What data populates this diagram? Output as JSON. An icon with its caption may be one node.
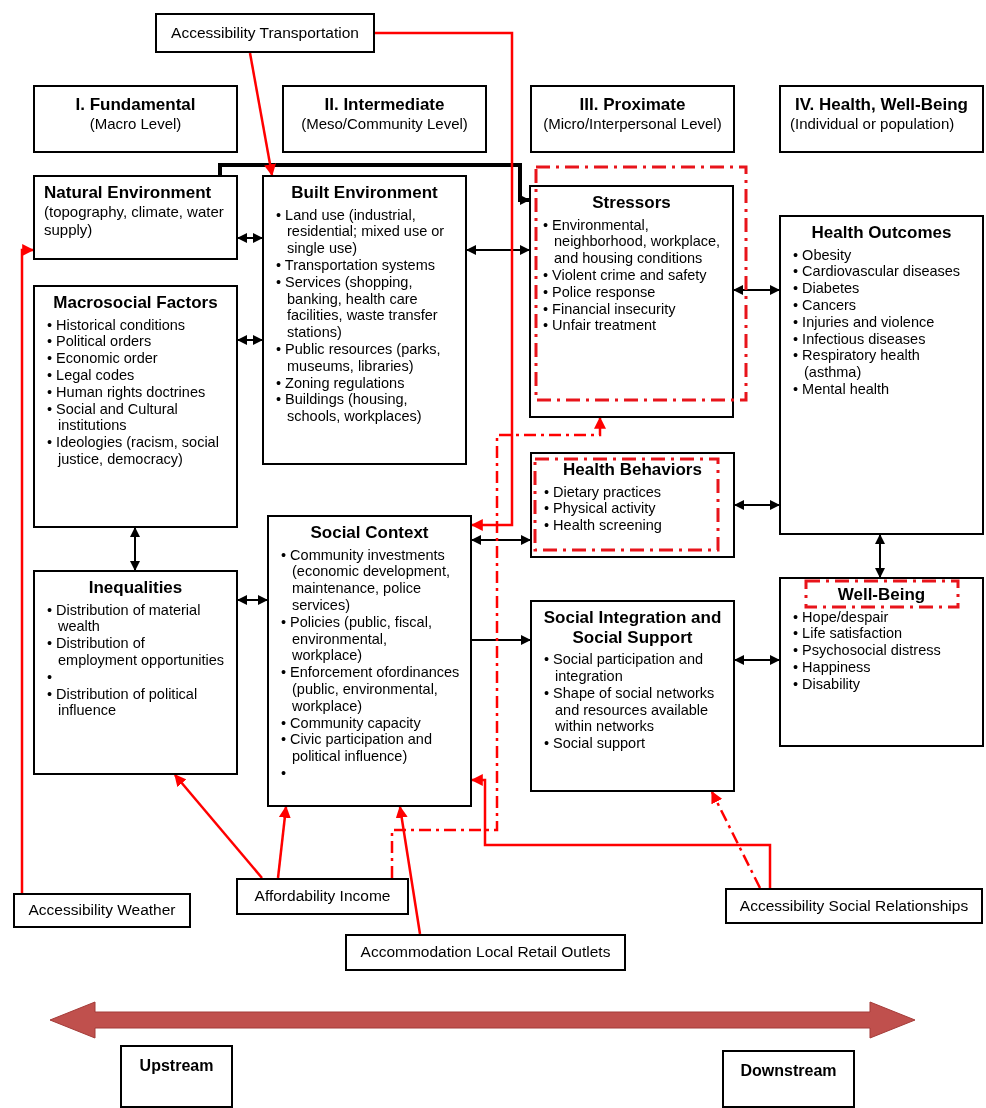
{
  "diagram": {
    "nodes": [
      {
        "text": [
          "Accessibility Transportation"
        ]
      },
      {
        "text": [
          "I. Fundamental",
          "(Macro Level)"
        ]
      },
      {
        "text": [
          "II. Intermediate",
          "(Meso/Community Level)"
        ]
      },
      {
        "text": [
          "III. Proximate",
          "(Micro/Interpersonal Level)"
        ]
      },
      {
        "text": [
          "IV. Health, Well-Being",
          "(Individual or population)"
        ]
      },
      {
        "text": [
          "Natural Environment",
          "(topography, climate, water supply)"
        ]
      },
      {
        "text": [
          "Built Environment",
          "• Land use (industrial, residential; mixed use or single use)",
          "• Transportation systems",
          "• Services (shopping, banking, health care facilities, waste transfer stations)",
          "• Public resources (parks, museums, libraries)",
          "• Zoning regulations",
          "• Buildings (housing, schools, workplaces)"
        ]
      },
      {
        "text": [
          "Stressors",
          "• Environmental, neighborhood, workplace, and housing conditions",
          "• Violent crime and safety",
          "• Police response",
          "• Financial insecurity",
          "• Unfair treatment"
        ]
      },
      {
        "text": [
          "Health Outcomes",
          "• Obesity",
          "• Cardiovascular diseases",
          "• Diabetes",
          "• Cancers",
          "• Injuries and violence",
          "• Infectious diseases",
          "• Respiratory health (asthma)",
          "• Mental health"
        ]
      },
      {
        "text": [
          "Macrosocial Factors",
          "• Historical conditions",
          "• Political orders",
          "• Economic order",
          "• Legal codes",
          "• Human rights doctrines",
          "• Social and Cultural institutions",
          "• Ideologies (racism, social justice, democracy)"
        ]
      },
      {
        "text": [
          "Health Behaviors",
          "• Dietary practices",
          "• Physical activity",
          "• Health screening"
        ]
      },
      {
        "text": [
          "Social Context",
          "• Community investments (economic development, maintenance, police services)",
          "• Policies (public, fiscal, environmental, workplace)",
          "• Enforcement ofordinances (public, environmental, workplace)",
          "• Community capacity",
          "• Civic participation and political influence)",
          "•"
        ]
      },
      {
        "text": [
          "Inequalities",
          "• Distribution of material wealth",
          "• Distribution of employment opportunities",
          "•",
          "• Distribution of political influence"
        ]
      },
      {
        "text": [
          "Social Integration and Social Support",
          "• Social participation and integration",
          "• Shape of social networks and resources available within networks",
          "• Social support"
        ]
      },
      {
        "text": [
          "Well-Being",
          "• Hope/despair",
          "• Life satisfaction",
          "• Psychosocial distress",
          "• Happiness",
          "• Disability"
        ]
      },
      {
        "text": [
          "Affordability Income"
        ]
      },
      {
        "text": [
          "Accessibility Weather"
        ]
      },
      {
        "text": [
          "Accessibility Social Relationships"
        ]
      },
      {
        "text": [
          "Accommodation Local Retail Outlets"
        ]
      },
      {
        "text": [
          "Upstream"
        ]
      },
      {
        "text": [
          "Downstream"
        ]
      }
    ],
    "edges": [
      {
        "from": 5,
        "to": 7,
        "arrow": "to",
        "style": "thick"
      },
      {
        "from": 5,
        "to": 6,
        "arrow": "both"
      },
      {
        "from": 9,
        "to": 6,
        "arrow": "both"
      },
      {
        "from": 9,
        "to": 12,
        "arrow": "both"
      },
      {
        "from": 12,
        "to": 11,
        "arrow": "both"
      },
      {
        "from": 6,
        "to": 7,
        "arrow": "both"
      },
      {
        "from": 11,
        "to": 10,
        "arrow": "both"
      },
      {
        "from": 11,
        "to": 13,
        "arrow": "to"
      },
      {
        "from": 7,
        "to": 8,
        "arrow": "both"
      },
      {
        "from": 10,
        "to": 8,
        "arrow": "both"
      },
      {
        "from": 13,
        "to": 14,
        "arrow": "both"
      },
      {
        "from": 8,
        "to": 14,
        "arrow": "both"
      },
      {
        "from": 0,
        "to": 6,
        "arrow": "to",
        "color": "#ff0000"
      },
      {
        "from": 0,
        "to": 11,
        "arrow": "to",
        "color": "#ff0000"
      },
      {
        "from": 16,
        "to": 5,
        "arrow": "to",
        "color": "#ff0000"
      },
      {
        "from": 15,
        "to": 12,
        "arrow": "to",
        "color": "#ff0000"
      },
      {
        "from": 15,
        "to": 11,
        "arrow": "to",
        "color": "#ff0000"
      },
      {
        "from": 15,
        "to": 7,
        "arrow": "to",
        "style": "dashed",
        "color": "#ff0000"
      },
      {
        "from": 18,
        "to": 11,
        "arrow": "to",
        "color": "#ff0000"
      },
      {
        "from": 17,
        "to": 11,
        "arrow": "to",
        "color": "#ff0000"
      },
      {
        "from": 17,
        "to": 13,
        "arrow": "to",
        "style": "dashed",
        "color": "#ff0000"
      }
    ]
  }
}
